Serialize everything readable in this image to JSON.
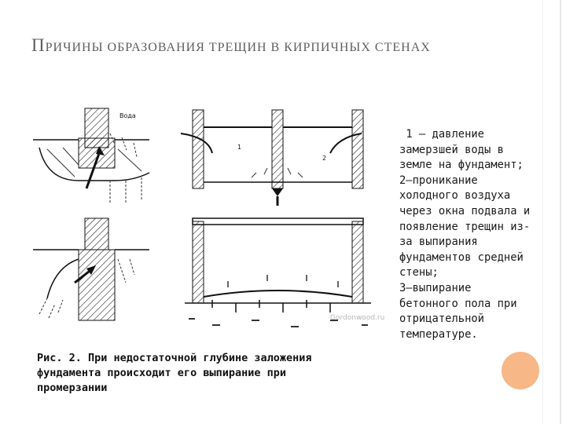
{
  "slide": {
    "title_first_letter": "П",
    "title_rest": "ричины образования трещин в кирпичных стенах",
    "legend": " 1 — давление\nзамерзшей воды в\nземле на фундамент;\n2—проникание\nхолодного воздуха\nчерез окна подвала и\nпоявление трещин из-\nза выпирания\nфундаментов средней\nстены;\n3—выпирание\nбетонного пола при\nотрицательной\nтемпературе.",
    "caption": "Рис. 2. При недостаточной глубине заложения фундамента происходит его выпирание при промерзании",
    "watermark": "Gordonwood.ru",
    "figure_labels": {
      "voda": "Вода",
      "num1": "1",
      "num2": "2"
    },
    "accent_color": "#f7b787"
  }
}
